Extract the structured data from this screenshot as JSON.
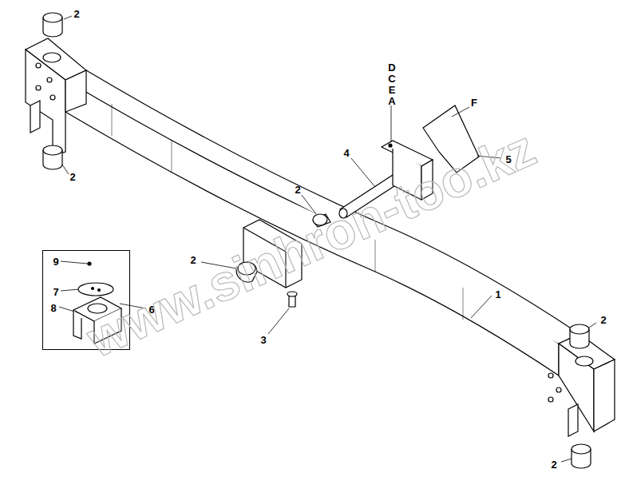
{
  "diagram": {
    "nodes": [
      {
        "text": [
          "9",
          "7",
          "8",
          "6"
        ]
      }
    ],
    "labels": [
      "1",
      "2",
      "2",
      "2",
      "2",
      "2",
      "2",
      "3",
      "4",
      "5",
      "D",
      "C",
      "E",
      "A",
      "F",
      "www.sinhron-too.kz"
    ]
  }
}
